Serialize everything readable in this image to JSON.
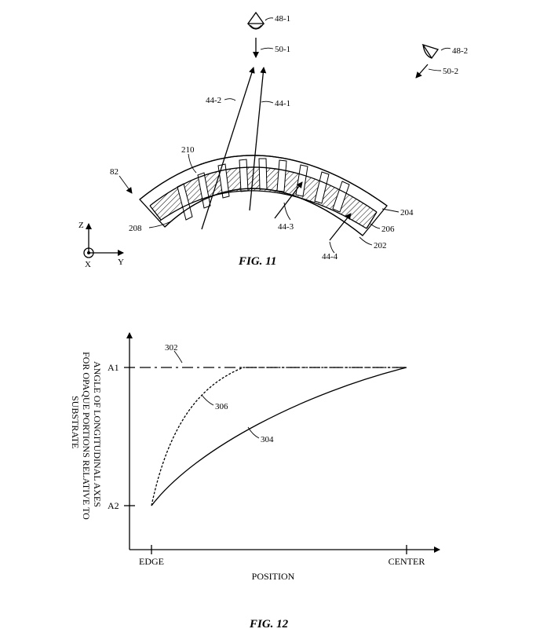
{
  "fig11": {
    "caption": "FIG. 11",
    "labels": {
      "viewer1": "48-1",
      "dir1": "50-1",
      "viewer2": "48-2",
      "dir2": "50-2",
      "ray2": "44-2",
      "ray1": "44-1",
      "layer210": "210",
      "display": "82",
      "layer204": "204",
      "layer206": "206",
      "layer202": "202",
      "layer208": "208",
      "ray3": "44-3",
      "ray4": "44-4",
      "axisZ": "Z",
      "axisX": "X",
      "axisY": "Y"
    }
  },
  "fig12": {
    "caption": "FIG. 12",
    "ylabel_lines": [
      "ANGLE OF LONGITUDINAL AXES",
      "FOR OPAQUE PORTIONS RELATIVE TO",
      "SUBSTRATE"
    ],
    "xlabel": "POSITION",
    "x_ticks": [
      "EDGE",
      "CENTER"
    ],
    "y_ticks": [
      "A1",
      "A2"
    ],
    "curve_labels": {
      "c302": "302",
      "c306": "306",
      "c304": "304"
    }
  }
}
